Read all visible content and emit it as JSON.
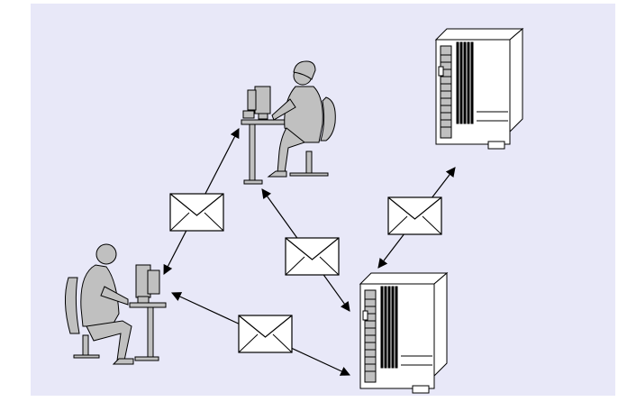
{
  "diagram": {
    "background_color": "#e8e8f8",
    "figure_color": "#c0c0c0",
    "outline_color": "#000000",
    "nodes": [
      {
        "name": "user-woman",
        "kind": "person-at-computer"
      },
      {
        "name": "user-man",
        "kind": "person-at-computer"
      },
      {
        "name": "server-left",
        "kind": "tower-server"
      },
      {
        "name": "server-right",
        "kind": "tower-server"
      }
    ],
    "links": [
      {
        "from": "user-man",
        "to": "user-woman",
        "icon": "envelope-icon",
        "direction": "both"
      },
      {
        "from": "user-woman",
        "to": "server-left",
        "icon": "envelope-icon",
        "direction": "both"
      },
      {
        "from": "user-man",
        "to": "server-left",
        "icon": "envelope-icon",
        "direction": "both"
      },
      {
        "from": "server-left",
        "to": "server-right",
        "icon": "envelope-icon",
        "direction": "both"
      }
    ]
  }
}
